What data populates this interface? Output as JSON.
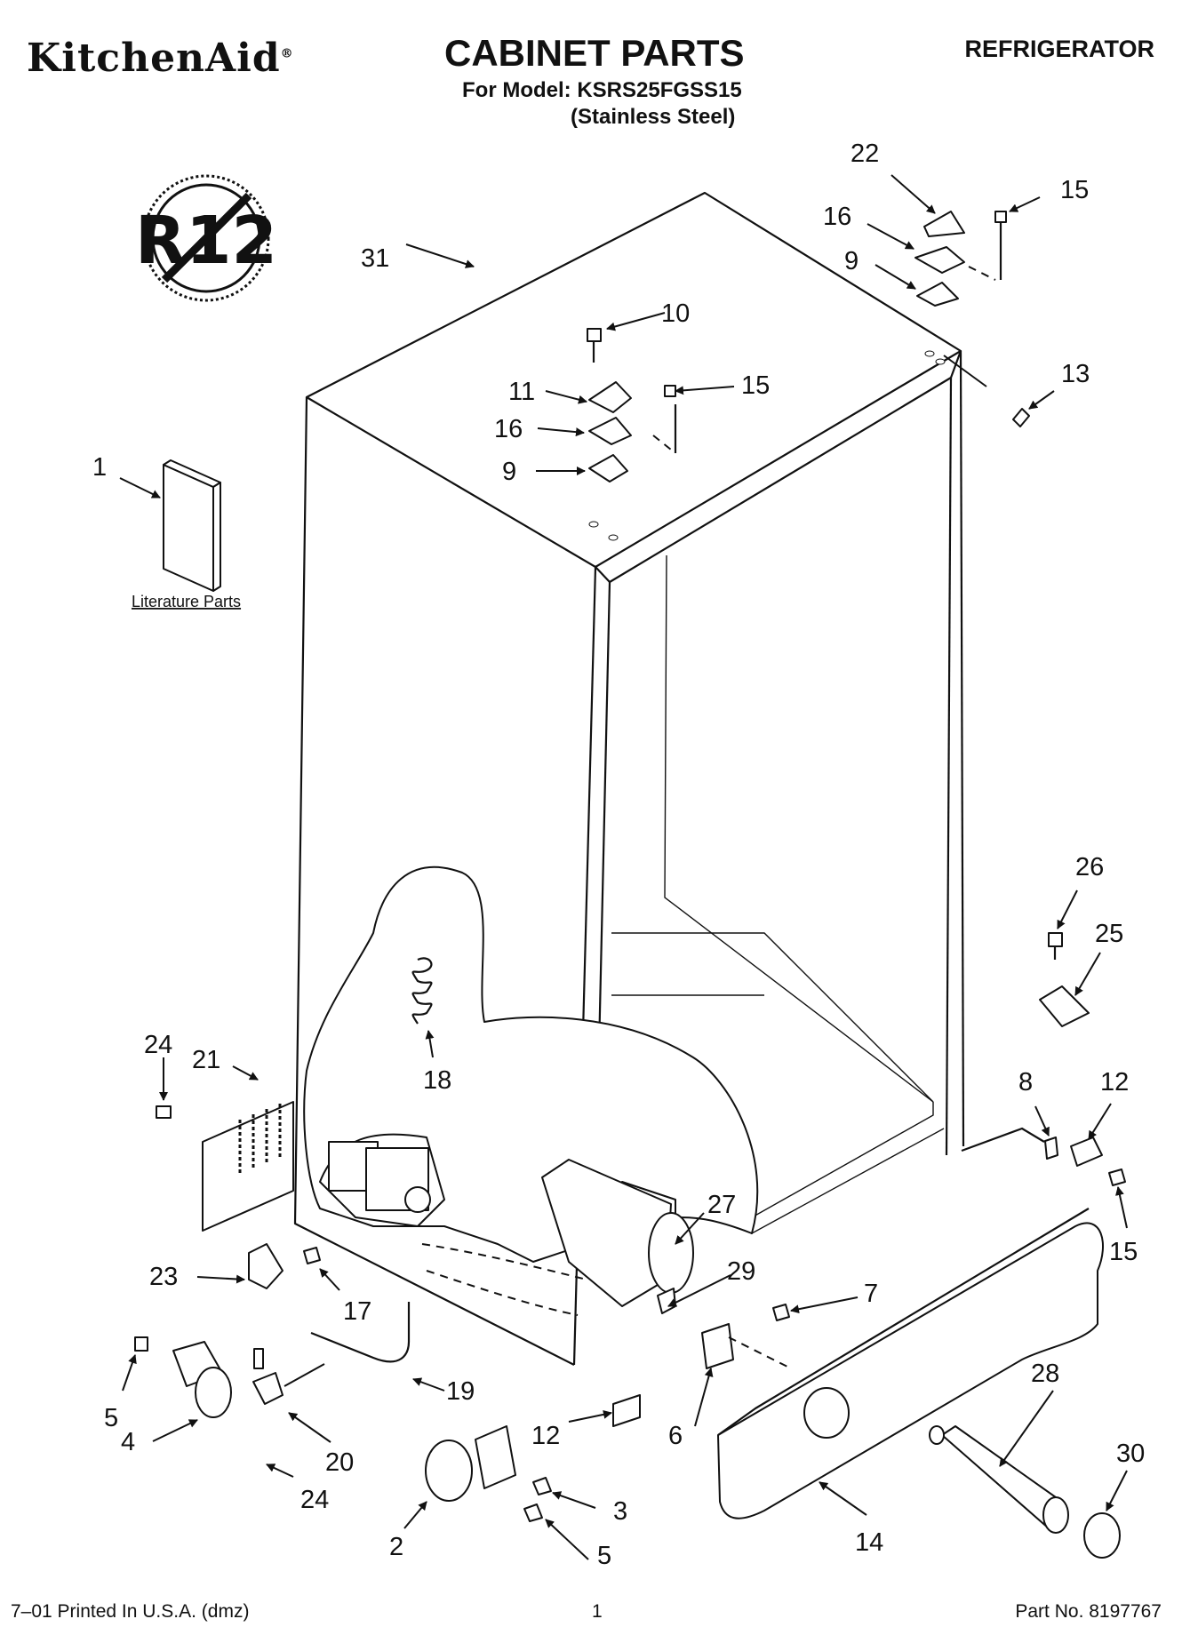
{
  "header": {
    "brand": "KitchenAid",
    "brand_mark": "®",
    "title": "CABINET PARTS",
    "model_line": "For Model: KSRS25FGSS15",
    "variant": "(Stainless Steel)",
    "category": "REFRIGERATOR"
  },
  "badge": {
    "text": "R12",
    "icon": "no-r12-icon"
  },
  "literature_label": "Literature Parts",
  "callouts": {
    "c1": "1",
    "c2": "2",
    "c3": "3",
    "c4": "4",
    "c5a": "5",
    "c5b": "5",
    "c6": "6",
    "c7": "7",
    "c8": "8",
    "c9a": "9",
    "c9b": "9",
    "c10": "10",
    "c11": "11",
    "c12a": "12",
    "c12b": "12",
    "c13": "13",
    "c14": "14",
    "c15a": "15",
    "c15b": "15",
    "c15c": "15",
    "c16a": "16",
    "c16b": "16",
    "c17": "17",
    "c18": "18",
    "c19": "19",
    "c20": "20",
    "c21": "21",
    "c22": "22",
    "c23": "23",
    "c24a": "24",
    "c24b": "24",
    "c25": "25",
    "c26": "26",
    "c27": "27",
    "c28": "28",
    "c29": "29",
    "c30": "30",
    "c31": "31"
  },
  "footer": {
    "printed": "7–01 Printed In U.S.A. (dmz)",
    "page": "1",
    "part_no": "Part No. 8197767"
  }
}
